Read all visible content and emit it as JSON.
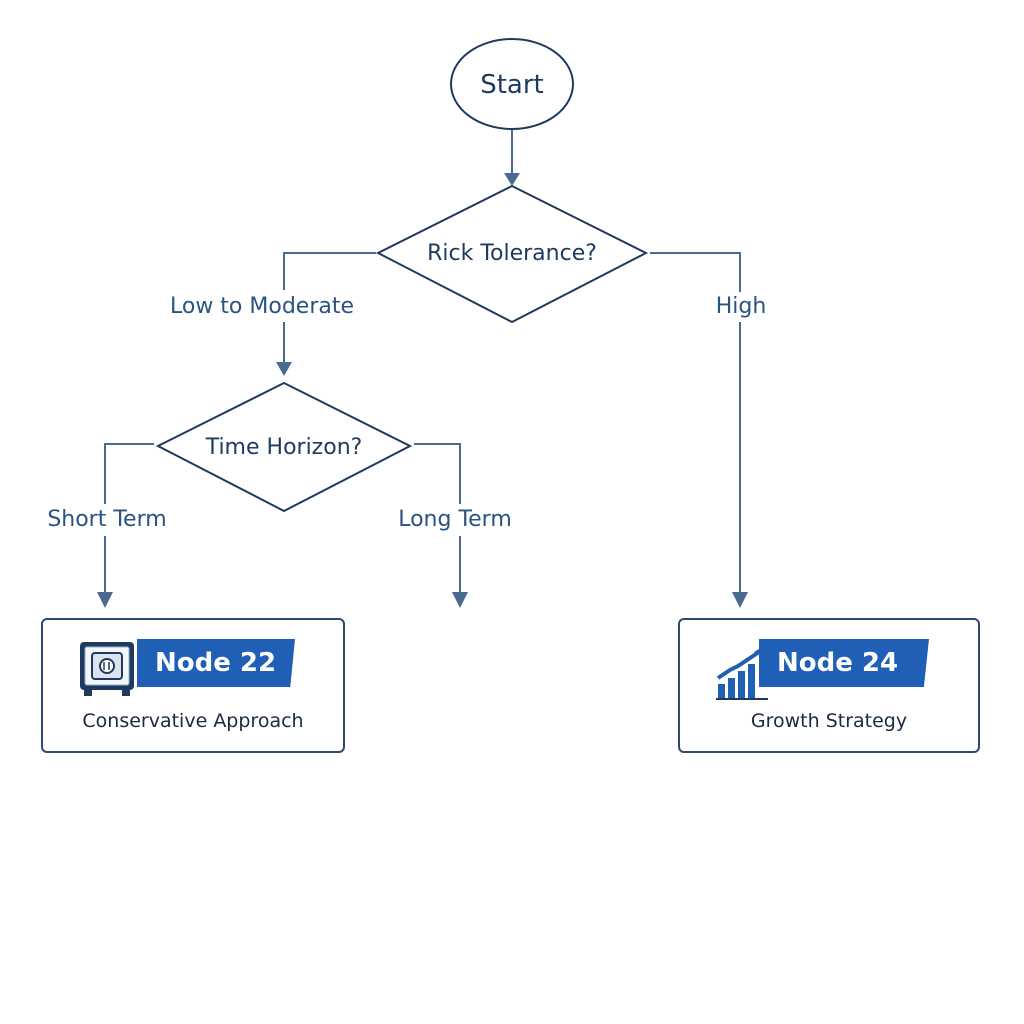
{
  "start": {
    "label": "Start"
  },
  "decision_risk": {
    "label": "Rick Tolerance?"
  },
  "decision_time": {
    "label": "Time Horizon?"
  },
  "edges": {
    "low_to_moderate": "Low to Moderate",
    "high": "High",
    "short_term": "Short Term",
    "long_term": "Long Term"
  },
  "node22": {
    "title": "Node 22",
    "subtitle": "Conservative Approach",
    "icon": "safe-icon"
  },
  "node24": {
    "title": "Node 24",
    "subtitle": "Growth Strategy",
    "icon": "growth-chart-icon"
  },
  "colors": {
    "line": "#4a6a90",
    "shape_stroke": "#1f3a5f",
    "edge_label": "#2b5382",
    "banner": "#1f5fb5"
  }
}
